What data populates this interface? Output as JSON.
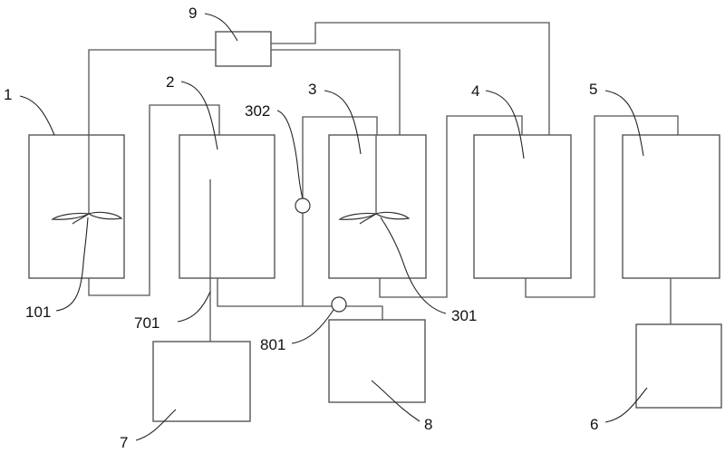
{
  "labels": {
    "l1": "1",
    "l2": "2",
    "l3": "3",
    "l4": "4",
    "l5": "5",
    "l6": "6",
    "l7": "7",
    "l8": "8",
    "l9": "9",
    "l101": "101",
    "l301": "301",
    "l302": "302",
    "l701": "701",
    "l801": "801"
  }
}
